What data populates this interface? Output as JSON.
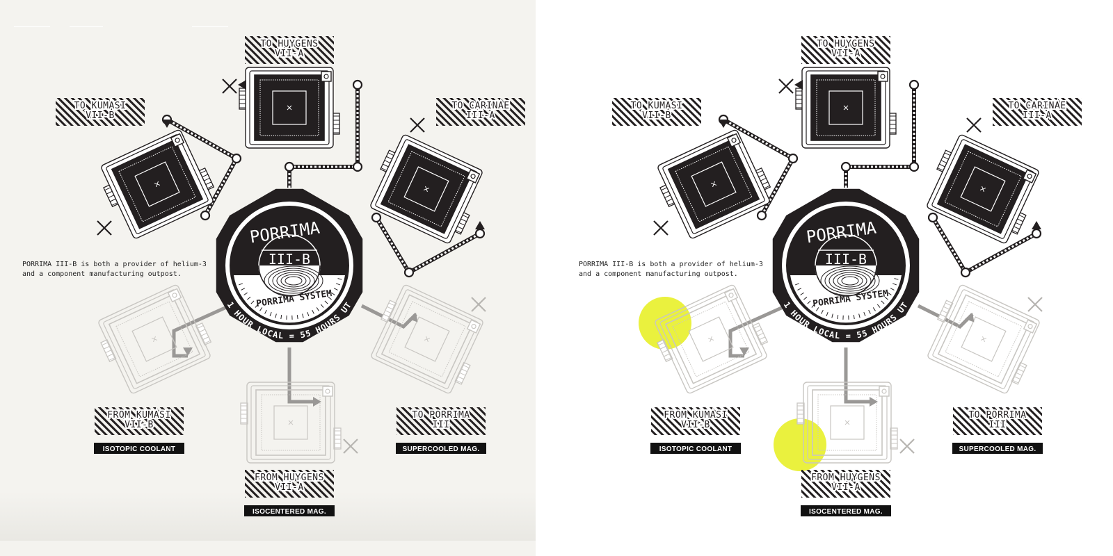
{
  "description": "PORRIMA III-B is both a provider of helium-3\nand a component manufacturing outpost.",
  "hub": {
    "name_top": "PORRIMA",
    "name_sub": "III-B",
    "system": "PORRIMA SYSTEM",
    "time_note": "1 HOUR LOCAL = 55 HOURS UT"
  },
  "outgoing": [
    {
      "id": "huygens",
      "label": "TO HUYGENS\nVII-A"
    },
    {
      "id": "kumasi",
      "label": "TO KUMASI\nVII-B"
    },
    {
      "id": "carinae",
      "label": "TO CARINAE\nIII-A"
    }
  ],
  "incoming": [
    {
      "id": "kumasi",
      "label": "FROM KUMASI\nVII-B",
      "cargo": "ISOTOPIC COOLANT"
    },
    {
      "id": "huygens",
      "label": "FROM HUYGENS\nVII-A",
      "cargo": "ISOCENTERED MAG."
    },
    {
      "id": "porrima",
      "label": "TO PORRIMA\nIII",
      "cargo": "SUPERCOOLED MAG."
    }
  ],
  "colors": {
    "ink": "#231f20",
    "page_left": "#f4f3ef",
    "page_right": "#ffffff",
    "faded": "#c8c6c2",
    "highlight": "#e6ef1c"
  },
  "highlights": [
    "kumasi-incoming-port",
    "huygens-incoming-port"
  ],
  "icons": [
    "close-x-icon",
    "arrow-icon",
    "port-node-icon"
  ]
}
